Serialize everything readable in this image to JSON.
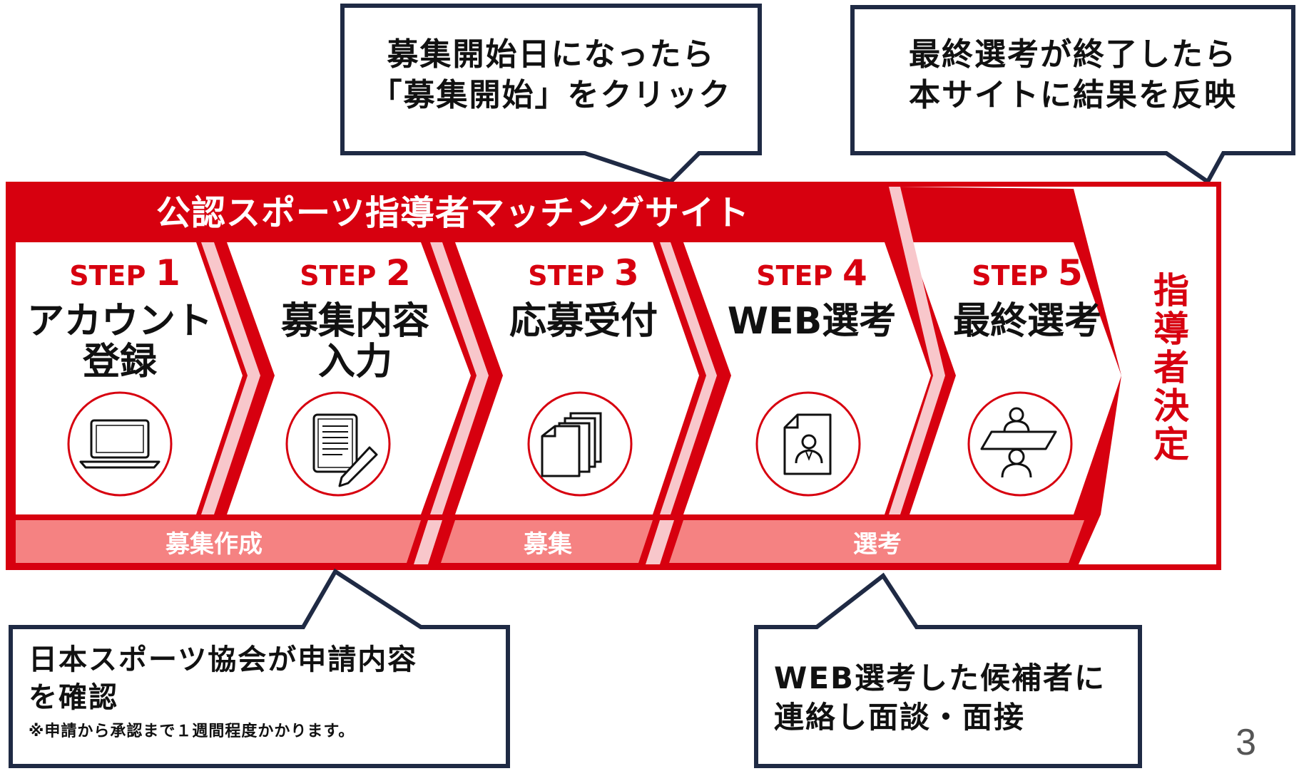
{
  "site_banner": "公認スポーツ指導者マッチングサイト",
  "steps": [
    {
      "step_label": "STEP",
      "step_number": "1",
      "title_lines": [
        "アカウント",
        "登録"
      ],
      "icon": "laptop-icon"
    },
    {
      "step_label": "STEP",
      "step_number": "2",
      "title_lines": [
        "募集内容",
        "入力"
      ],
      "icon": "document-pen-icon"
    },
    {
      "step_label": "STEP",
      "step_number": "3",
      "title_lines": [
        "応募受付"
      ],
      "icon": "stacked-documents-icon"
    },
    {
      "step_label": "STEP",
      "step_number": "4",
      "title_lines": [
        "WEB選考"
      ],
      "icon": "resume-person-icon"
    },
    {
      "step_label": "STEP",
      "step_number": "5",
      "title_lines": [
        "最終選考"
      ],
      "icon": "interview-icon"
    }
  ],
  "final_step": "指導者決定",
  "phases": [
    "募集作成",
    "募集",
    "選考"
  ],
  "callouts": {
    "start_recruit": {
      "lines": [
        "募集開始日になったら",
        "「募集開始」をクリック"
      ]
    },
    "final_result": {
      "lines": [
        "最終選考が終了したら",
        "本サイトに結果を反映"
      ]
    },
    "association_review": {
      "lines": [
        "日本スポーツ協会が申請内容",
        "を確認"
      ],
      "note": "※申請から承認まで１週間程度かかります。"
    },
    "web_interview": {
      "lines": [
        "WEB選考した候補者に",
        "連絡し面談・面接"
      ]
    }
  },
  "page_number": "3",
  "colors": {
    "brand_red": "#D7000F",
    "phase_band": "#F58282",
    "callout_border": "#1F2A44",
    "text": "#111111"
  }
}
